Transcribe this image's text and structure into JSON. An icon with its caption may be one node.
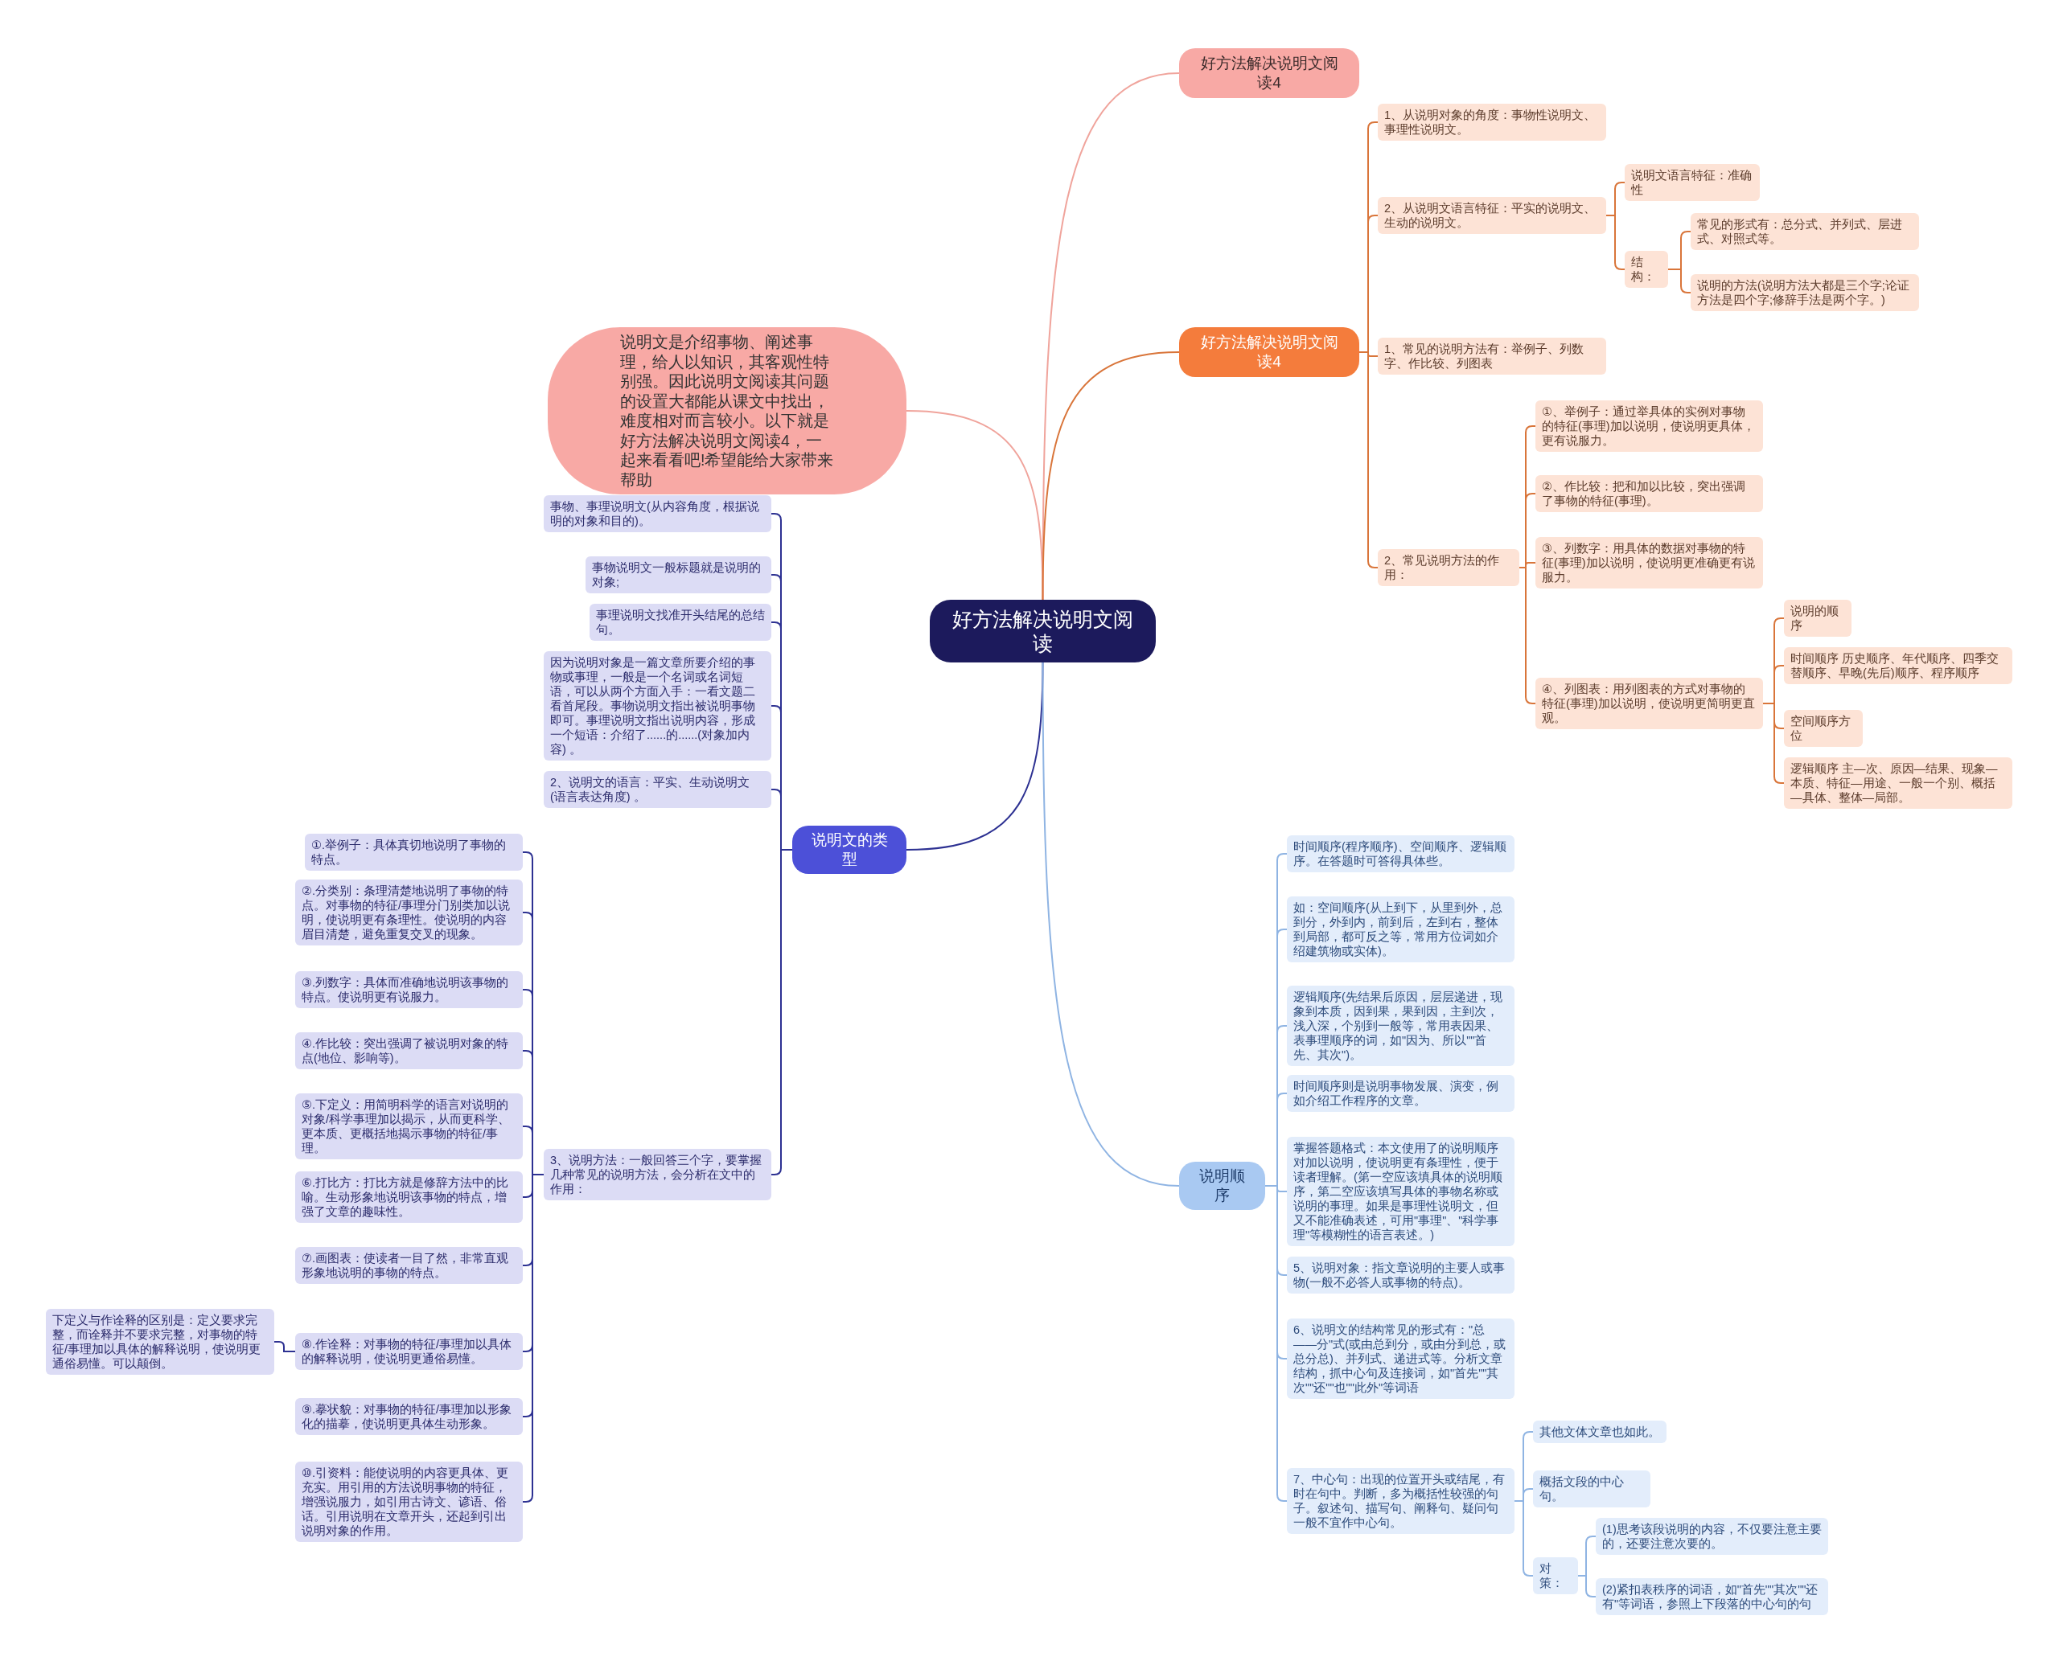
{
  "diagram": {
    "nodes": [
      {
        "text": [
          "好方法解决说明文阅读"
        ]
      },
      {
        "text": [
          "好方法解决说明文阅读4"
        ]
      },
      {
        "text": [
          "说明文是介绍事物、阐述事理，给人以知识，其客观性特别强。因此说明文阅读其问题的设置大都能从课文中找出，难度相对而言较小。以下就是好方法解决说明文阅读4，一起来看看吧!希望能给大家带来帮助"
        ]
      },
      {
        "text": [
          "好方法解决说明文阅读4"
        ]
      },
      {
        "text": [
          "1、从说明对象的角度：事物性说明文、事理性说明文。"
        ]
      },
      {
        "text": [
          "2、从说明文语言特征：平实的说明文、生动的说明文。"
        ]
      },
      {
        "text": [
          "说明文语言特征：准确性"
        ]
      },
      {
        "text": [
          "结构："
        ]
      },
      {
        "text": [
          "常见的形式有：总分式、并列式、层进式、对照式等。"
        ]
      },
      {
        "text": [
          "说明的方法(说明方法大都是三个字;论证方法是四个字;修辞手法是两个字。)"
        ]
      },
      {
        "text": [
          "1、常见的说明方法有：举例子、列数字、作比较、列图表"
        ]
      },
      {
        "text": [
          "2、常见说明方法的作用："
        ]
      },
      {
        "text": [
          "①、举例子：通过举具体的实例对事物的特征(事理)加以说明，使说明更具体，更有说服力。"
        ]
      },
      {
        "text": [
          "②、作比较：把和加以比较，突出强调了事物的特征(事理)。"
        ]
      },
      {
        "text": [
          "③、列数字：用具体的数据对事物的特征(事理)加以说明，使说明更准确更有说服力。"
        ]
      },
      {
        "text": [
          "④、列图表：用列图表的方式对事物的特征(事理)加以说明，使说明更简明更直观。"
        ]
      },
      {
        "text": [
          "说明的顺序"
        ]
      },
      {
        "text": [
          "时间顺序 历史顺序、年代顺序、四季交替顺序、早晚(先后)顺序、程序顺序"
        ]
      },
      {
        "text": [
          "空间顺序方位"
        ]
      },
      {
        "text": [
          "逻辑顺序 主—次、原因—结果、现象—本质、特征—用途、一般一个别、概括—具体、整体—局部。"
        ]
      },
      {
        "text": [
          "说明文的类型"
        ]
      },
      {
        "text": [
          "事物、事理说明文(从内容角度，根据说明的对象和目的)。"
        ]
      },
      {
        "text": [
          "事物说明文一般标题就是说明的对象;"
        ]
      },
      {
        "text": [
          "事理说明文找准开头结尾的总结句。"
        ]
      },
      {
        "text": [
          "因为说明对象是一篇文章所要介绍的事物或事理，一般是一个名词或名词短语，可以从两个方面入手：一看文题二看首尾段。事物说明文指出被说明事物即可。事理说明文指出说明内容，形成一个短语：介绍了......的......(对象加内容) 。"
        ]
      },
      {
        "text": [
          "2、说明文的语言：平实、生动说明文(语言表达角度) 。"
        ]
      },
      {
        "text": [
          "3、说明方法：一般回答三个字，要掌握几种常见的说明方法，会分析在文中的作用："
        ]
      },
      {
        "text": [
          "①.举例子：具体真切地说明了事物的特点。"
        ]
      },
      {
        "text": [
          "②.分类别：条理清楚地说明了事物的特点。对事物的特征/事理分门别类加以说明，使说明更有条理性。使说明的内容眉目清楚，避免重复交叉的现象。"
        ]
      },
      {
        "text": [
          "③.列数字：具体而准确地说明该事物的特点。使说明更有说服力。"
        ]
      },
      {
        "text": [
          "④.作比较：突出强调了被说明对象的特点(地位、影响等)。"
        ]
      },
      {
        "text": [
          "⑤.下定义：用简明科学的语言对说明的对象/科学事理加以揭示，从而更科学、更本质、更概括地揭示事物的特征/事理。"
        ]
      },
      {
        "text": [
          "⑥.打比方：打比方就是修辞方法中的比喻。生动形象地说明该事物的特点，增强了文章的趣味性。"
        ]
      },
      {
        "text": [
          "⑦.画图表：使读者一目了然，非常直观形象地说明的事物的特点。"
        ]
      },
      {
        "text": [
          "⑧.作诠释：对事物的特征/事理加以具体的解释说明，使说明更通俗易懂。"
        ]
      },
      {
        "text": [
          "⑨.摹状貌：对事物的特征/事理加以形象化的描摹，使说明更具体生动形象。"
        ]
      },
      {
        "text": [
          "⑩.引资料：能使说明的内容更具体、更充实。用引用的方法说明事物的特征，增强说服力，如引用古诗文、谚语、俗话。引用说明在文章开头，还起到引出说明对象的作用。"
        ]
      },
      {
        "text": [
          "下定义与作诠释的区别是：定义要求完整，而诠释并不要求完整，对事物的特征/事理加以具体的解释说明，使说明更通俗易懂。可以颠倒。"
        ]
      },
      {
        "text": [
          "说明顺序"
        ]
      },
      {
        "text": [
          "时间顺序(程序顺序)、空间顺序、逻辑顺序。在答题时可答得具体些。"
        ]
      },
      {
        "text": [
          "如：空间顺序(从上到下，从里到外，总到分，外到内，前到后，左到右，整体到局部，都可反之等，常用方位词如介绍建筑物或实体)。"
        ]
      },
      {
        "text": [
          "逻辑顺序(先结果后原因，层层递进，现象到本质，因到果，果到因，主到次，浅入深，个别到一般等，常用表因果、表事理顺序的词，如\"因为、所以\"\"首先、其次\")。"
        ]
      },
      {
        "text": [
          "时间顺序则是说明事物发展、演变，例如介绍工作程序的文章。"
        ]
      },
      {
        "text": [
          "掌握答题格式：本文使用了的说明顺序对加以说明，使说明更有条理性，便于读者理解。(第一空应该填具体的说明顺序，第二空应该填写具体的事物名称或说明的事理。如果是事理性说明文，但又不能准确表述，可用\"事理\"、\"科学事理\"等模糊性的语言表述。)"
        ]
      },
      {
        "text": [
          "5、说明对象：指文章说明的主要人或事物(一般不必答人或事物的特点)。"
        ]
      },
      {
        "text": [
          "6、说明文的结构常见的形式有：\"总——分\"式(或由总到分，或由分到总，或总分总)、并列式、递进式等。分析文章结构，抓中心句及连接词，如\"首先\"\"其次\"\"还\"\"也\"\"此外\"等词语"
        ]
      },
      {
        "text": [
          "7、中心句：出现的位置开头或结尾，有时在句中。判断，多为概括性较强的句子。叙述句、描写句、阐释句、疑问句一般不宜作中心句。"
        ]
      },
      {
        "text": [
          "其他文体文章也如此。"
        ]
      },
      {
        "text": [
          "概括文段的中心句。"
        ]
      },
      {
        "text": [
          "对策："
        ]
      },
      {
        "text": [
          "(1)思考该段说明的内容，不仅要注意主要的，还要注意次要的。"
        ]
      },
      {
        "text": [
          "(2)紧扣表秩序的词语，如\"首先\"\"其次\"\"还有\"等词语，参照上下段落的中心句的句"
        ]
      }
    ],
    "edges": [
      {
        "from": 0,
        "to": 1,
        "arrow": "none",
        "color": "#f0a49c"
      },
      {
        "from": 0,
        "to": 2,
        "arrow": "none",
        "color": "#f0a49c"
      },
      {
        "from": 0,
        "to": 3,
        "arrow": "none",
        "color": "#d9753a"
      },
      {
        "from": 3,
        "to": 4,
        "arrow": "none",
        "color": "#d9753a"
      },
      {
        "from": 3,
        "to": 5,
        "arrow": "none",
        "color": "#d9753a"
      },
      {
        "from": 5,
        "to": 6,
        "arrow": "none",
        "color": "#d9753a"
      },
      {
        "from": 5,
        "to": 7,
        "arrow": "none",
        "color": "#d9753a"
      },
      {
        "from": 7,
        "to": 8,
        "arrow": "none",
        "color": "#d9753a"
      },
      {
        "from": 7,
        "to": 9,
        "arrow": "none",
        "color": "#d9753a"
      },
      {
        "from": 3,
        "to": 10,
        "arrow": "none",
        "color": "#d9753a"
      },
      {
        "from": 3,
        "to": 11,
        "arrow": "none",
        "color": "#d9753a"
      },
      {
        "from": 11,
        "to": 12,
        "arrow": "none",
        "color": "#d9753a"
      },
      {
        "from": 11,
        "to": 13,
        "arrow": "none",
        "color": "#d9753a"
      },
      {
        "from": 11,
        "to": 14,
        "arrow": "none",
        "color": "#d9753a"
      },
      {
        "from": 11,
        "to": 15,
        "arrow": "none",
        "color": "#d9753a"
      },
      {
        "from": 15,
        "to": 16,
        "arrow": "none",
        "color": "#d9753a"
      },
      {
        "from": 15,
        "to": 17,
        "arrow": "none",
        "color": "#d9753a"
      },
      {
        "from": 15,
        "to": 18,
        "arrow": "none",
        "color": "#d9753a"
      },
      {
        "from": 15,
        "to": 19,
        "arrow": "none",
        "color": "#d9753a"
      },
      {
        "from": 0,
        "to": 20,
        "arrow": "none",
        "color": "#2d3192"
      },
      {
        "from": 20,
        "to": 21,
        "arrow": "none",
        "color": "#2d3192"
      },
      {
        "from": 20,
        "to": 22,
        "arrow": "none",
        "color": "#2d3192"
      },
      {
        "from": 20,
        "to": 23,
        "arrow": "none",
        "color": "#2d3192"
      },
      {
        "from": 20,
        "to": 24,
        "arrow": "none",
        "color": "#2d3192"
      },
      {
        "from": 20,
        "to": 25,
        "arrow": "none",
        "color": "#2d3192"
      },
      {
        "from": 20,
        "to": 26,
        "arrow": "none",
        "color": "#2d3192"
      },
      {
        "from": 26,
        "to": 27,
        "arrow": "none",
        "color": "#2d3192"
      },
      {
        "from": 26,
        "to": 28,
        "arrow": "none",
        "color": "#2d3192"
      },
      {
        "from": 26,
        "to": 29,
        "arrow": "none",
        "color": "#2d3192"
      },
      {
        "from": 26,
        "to": 30,
        "arrow": "none",
        "color": "#2d3192"
      },
      {
        "from": 26,
        "to": 31,
        "arrow": "none",
        "color": "#2d3192"
      },
      {
        "from": 26,
        "to": 32,
        "arrow": "none",
        "color": "#2d3192"
      },
      {
        "from": 26,
        "to": 33,
        "arrow": "none",
        "color": "#2d3192"
      },
      {
        "from": 26,
        "to": 34,
        "arrow": "none",
        "color": "#2d3192"
      },
      {
        "from": 26,
        "to": 35,
        "arrow": "none",
        "color": "#2d3192"
      },
      {
        "from": 26,
        "to": 36,
        "arrow": "none",
        "color": "#2d3192"
      },
      {
        "from": 34,
        "to": 37,
        "arrow": "none",
        "color": "#2d3192"
      },
      {
        "from": 0,
        "to": 38,
        "arrow": "none",
        "color": "#8fb4e3"
      },
      {
        "from": 38,
        "to": 39,
        "arrow": "none",
        "color": "#8fb4e3"
      },
      {
        "from": 38,
        "to": 40,
        "arrow": "none",
        "color": "#8fb4e3"
      },
      {
        "from": 38,
        "to": 41,
        "arrow": "none",
        "color": "#8fb4e3"
      },
      {
        "from": 38,
        "to": 42,
        "arrow": "none",
        "color": "#8fb4e3"
      },
      {
        "from": 38,
        "to": 43,
        "arrow": "none",
        "color": "#8fb4e3"
      },
      {
        "from": 38,
        "to": 44,
        "arrow": "none",
        "color": "#8fb4e3"
      },
      {
        "from": 38,
        "to": 45,
        "arrow": "none",
        "color": "#8fb4e3"
      },
      {
        "from": 38,
        "to": 46,
        "arrow": "none",
        "color": "#8fb4e3"
      },
      {
        "from": 46,
        "to": 47,
        "arrow": "none",
        "color": "#8fb4e3"
      },
      {
        "from": 46,
        "to": 48,
        "arrow": "none",
        "color": "#8fb4e3"
      },
      {
        "from": 46,
        "to": 49,
        "arrow": "none",
        "color": "#8fb4e3"
      },
      {
        "from": 49,
        "to": 50,
        "arrow": "none",
        "color": "#8fb4e3"
      },
      {
        "from": 49,
        "to": 51,
        "arrow": "none",
        "color": "#8fb4e3"
      }
    ]
  }
}
